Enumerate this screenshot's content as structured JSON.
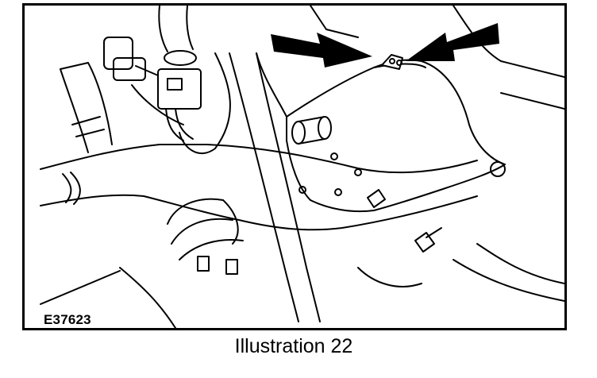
{
  "figure": {
    "reference_code": "E37623",
    "caption": "Illustration 22",
    "callouts": [
      {
        "icon": "arrow-right-icon",
        "points_to": "cable-tie"
      },
      {
        "icon": "arrow-left-icon",
        "points_to": "cable-tie"
      }
    ]
  },
  "colors": {
    "line": "#000000",
    "background": "#ffffff",
    "arrow_fill": "#000000"
  }
}
